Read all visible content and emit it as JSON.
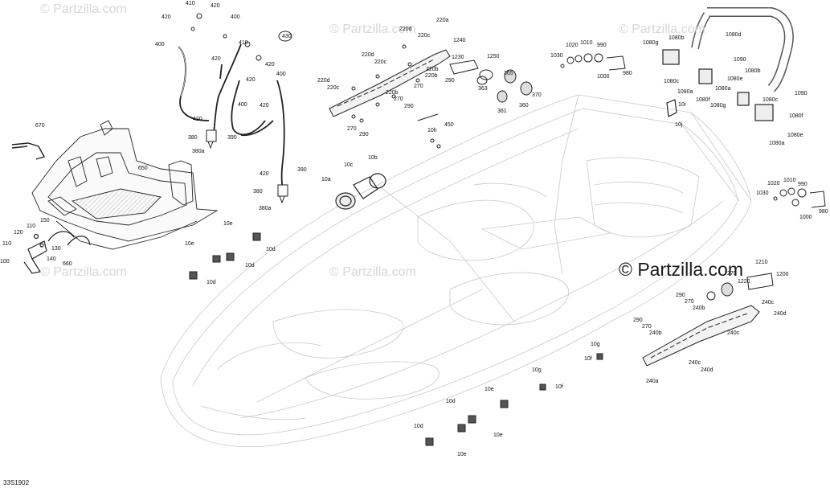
{
  "diagram": {
    "watermark_text": "© Partzilla.com",
    "brand_text": "© Partzilla.com",
    "diagram_code": "33S1902",
    "callouts": [
      "410",
      "420",
      "400",
      "420",
      "410",
      "420",
      "430",
      "420",
      "400",
      "420",
      "400",
      "420",
      "400",
      "420",
      "390",
      "380",
      "380a",
      "420",
      "390",
      "380",
      "380a",
      "670",
      "650",
      "150",
      "120",
      "110",
      "130",
      "110",
      "140",
      "100",
      "660",
      "220d",
      "220a",
      "220c",
      "220d",
      "220c",
      "220b",
      "220d",
      "220c",
      "220b",
      "270",
      "290",
      "270",
      "220b",
      "290",
      "270",
      "290",
      "1240",
      "1230",
      "1250",
      "365",
      "363",
      "370",
      "361",
      "360",
      "450",
      "10h",
      "10a",
      "10c",
      "10b",
      "1030",
      "1020",
      "1010",
      "990",
      "1000",
      "980",
      "1080g",
      "1080b",
      "1080d",
      "1090",
      "1080c",
      "1080f",
      "1080a",
      "10i",
      "10j",
      "1080a",
      "1080g",
      "1080b",
      "1080e",
      "1080c",
      "1090",
      "1080f",
      "1080e",
      "1080a",
      "1020",
      "1010",
      "990",
      "1030",
      "1000",
      "980",
      "10e",
      "10d",
      "10e",
      "10d",
      "10d",
      "1210",
      "270",
      "1220",
      "1200",
      "290",
      "270",
      "240b",
      "290",
      "240c",
      "270",
      "240b",
      "240d",
      "240c",
      "240a",
      "240c",
      "240d",
      "10g",
      "10f",
      "10g",
      "10f",
      "10d",
      "10e",
      "10d",
      "10e",
      "10e"
    ]
  }
}
